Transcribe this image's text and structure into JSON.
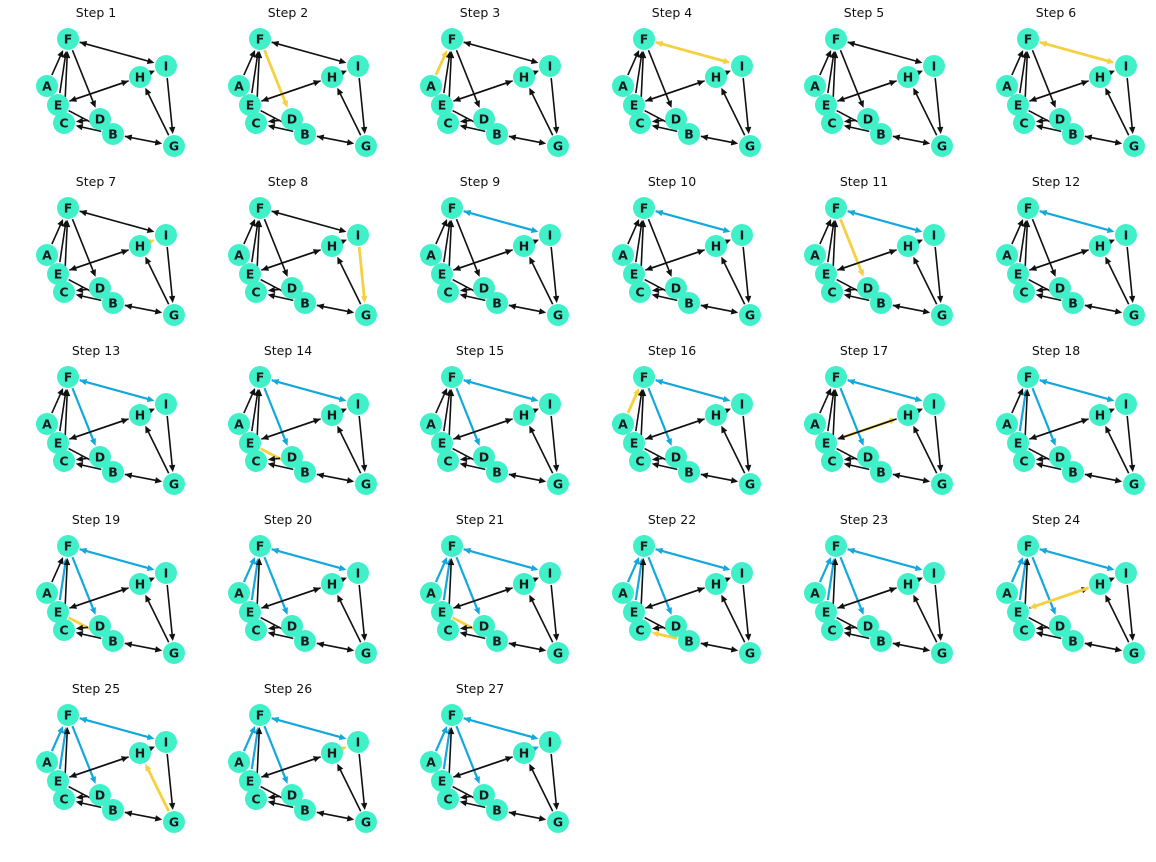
{
  "colors": {
    "node_fill": "#40f0c8",
    "node_label": "#1a1a1a",
    "edge_default": "#111111",
    "edge_visited": "#12a8dc",
    "edge_current": "#f5d142",
    "background": "#ffffff"
  },
  "graph": {
    "nodes": [
      "A",
      "B",
      "C",
      "D",
      "E",
      "F",
      "G",
      "H",
      "I"
    ],
    "edges": [
      {
        "from": "A",
        "to": "F",
        "bidirectional": false
      },
      {
        "from": "E",
        "to": "F",
        "bidirectional": false
      },
      {
        "from": "E",
        "to": "H",
        "bidirectional": false
      },
      {
        "from": "E",
        "to": "B",
        "bidirectional": false
      },
      {
        "from": "F",
        "to": "D",
        "bidirectional": false
      },
      {
        "from": "F",
        "to": "I",
        "bidirectional": true
      },
      {
        "from": "C",
        "to": "F",
        "bidirectional": false
      },
      {
        "from": "D",
        "to": "C",
        "bidirectional": false
      },
      {
        "from": "B",
        "to": "C",
        "bidirectional": false
      },
      {
        "from": "B",
        "to": "G",
        "bidirectional": true
      },
      {
        "from": "I",
        "to": "G",
        "bidirectional": false
      },
      {
        "from": "H",
        "to": "I",
        "bidirectional": false
      },
      {
        "from": "H",
        "to": "E",
        "bidirectional": false
      },
      {
        "from": "G",
        "to": "H",
        "bidirectional": false
      }
    ]
  },
  "steps": [
    {
      "title": "Step 1",
      "current": null,
      "visited": []
    },
    {
      "title": "Step 2",
      "current": "F-D",
      "visited": []
    },
    {
      "title": "Step 3",
      "current": "A-F",
      "visited": []
    },
    {
      "title": "Step 4",
      "current": "F-I",
      "visited": []
    },
    {
      "title": "Step 5",
      "current": null,
      "visited": []
    },
    {
      "title": "Step 6",
      "current": "F-I",
      "visited": []
    },
    {
      "title": "Step 7",
      "current": "H-I",
      "visited": []
    },
    {
      "title": "Step 8",
      "current": "I-G",
      "visited": []
    },
    {
      "title": "Step 9",
      "current": null,
      "visited": [
        "F-I"
      ]
    },
    {
      "title": "Step 10",
      "current": null,
      "visited": [
        "F-I"
      ]
    },
    {
      "title": "Step 11",
      "current": "F-D",
      "visited": [
        "F-I"
      ]
    },
    {
      "title": "Step 12",
      "current": null,
      "visited": [
        "F-I"
      ]
    },
    {
      "title": "Step 13",
      "current": null,
      "visited": [
        "F-I",
        "F-D"
      ]
    },
    {
      "title": "Step 14",
      "current": "E-B",
      "visited": [
        "F-I",
        "F-D"
      ]
    },
    {
      "title": "Step 15",
      "current": null,
      "visited": [
        "F-I",
        "F-D"
      ]
    },
    {
      "title": "Step 16",
      "current": "A-F",
      "visited": [
        "F-I",
        "F-D"
      ]
    },
    {
      "title": "Step 17",
      "current": "E-H",
      "visited": [
        "F-I",
        "F-D"
      ]
    },
    {
      "title": "Step 18",
      "current": null,
      "visited": [
        "F-I",
        "F-D",
        "E-F"
      ]
    },
    {
      "title": "Step 19",
      "current": "E-B",
      "visited": [
        "F-I",
        "F-D",
        "E-F"
      ]
    },
    {
      "title": "Step 20",
      "current": null,
      "visited": [
        "F-I",
        "F-D",
        "E-F",
        "A-F"
      ]
    },
    {
      "title": "Step 21",
      "current": "E-B",
      "visited": [
        "F-I",
        "F-D",
        "E-F",
        "A-F"
      ]
    },
    {
      "title": "Step 22",
      "current": "B-C",
      "visited": [
        "F-I",
        "F-D",
        "E-F",
        "A-F"
      ]
    },
    {
      "title": "Step 23",
      "current": null,
      "visited": [
        "F-I",
        "F-D",
        "E-F",
        "A-F"
      ]
    },
    {
      "title": "Step 24",
      "current": "H-E",
      "visited": [
        "F-I",
        "F-D",
        "E-F",
        "A-F"
      ]
    },
    {
      "title": "Step 25",
      "current": "G-H",
      "visited": [
        "F-I",
        "F-D",
        "E-F",
        "A-F"
      ]
    },
    {
      "title": "Step 26",
      "current": "H-I",
      "visited": [
        "F-I",
        "F-D",
        "E-F",
        "A-F"
      ]
    },
    {
      "title": "Step 27",
      "current": null,
      "visited": [
        "F-I",
        "F-D",
        "E-F",
        "A-F",
        "H-I"
      ]
    }
  ]
}
